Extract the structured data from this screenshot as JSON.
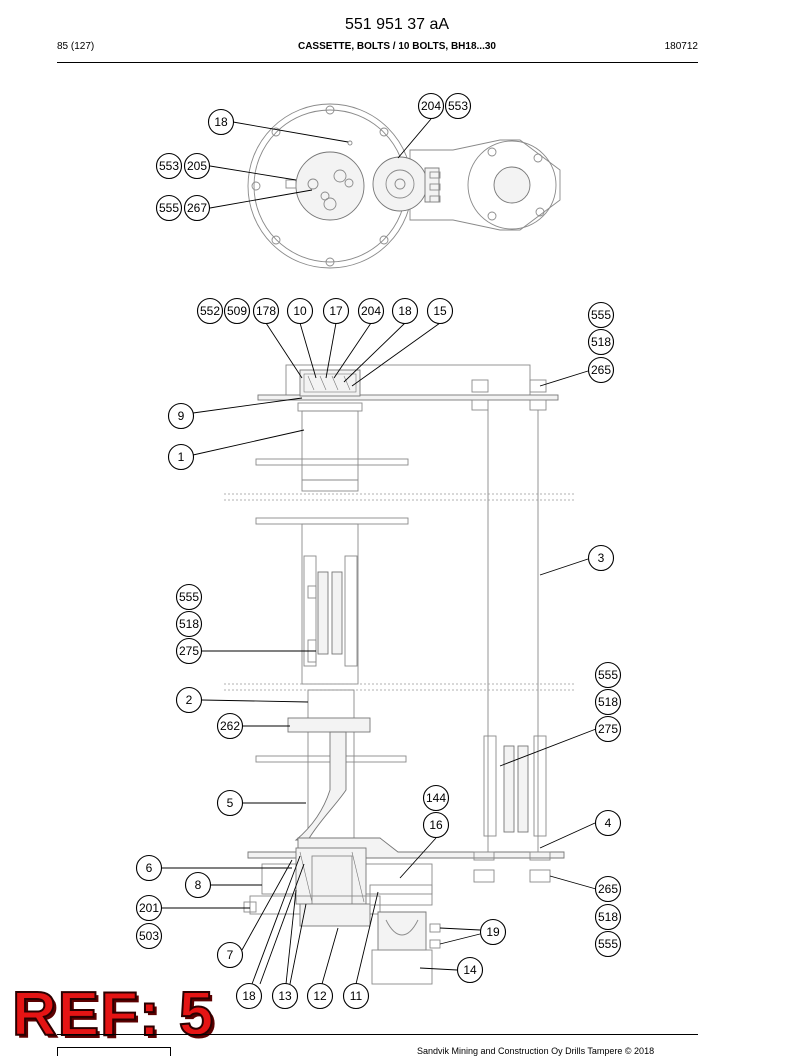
{
  "header": {
    "doc_number": "551 951 37 aA",
    "page": "85 (127)",
    "title": "CASSETTE, BOLTS / 10 BOLTS, BH18...30",
    "date_code": "180712"
  },
  "stamp": {
    "text": "REF: 5",
    "color": "#e51414"
  },
  "footer": {
    "text": "Sandvik Mining and Construction Oy Drills Tampere © 2018"
  },
  "balloons": [
    "18",
    "204",
    "553",
    "553",
    "205",
    "555",
    "267",
    "552",
    "509",
    "178",
    "10",
    "17",
    "204",
    "18",
    "15",
    "555",
    "518",
    "265",
    "9",
    "1",
    "3",
    "555",
    "518",
    "275",
    "555",
    "518",
    "275",
    "2",
    "262",
    "5",
    "144",
    "16",
    "4",
    "6",
    "8",
    "201",
    "503",
    "265",
    "518",
    "555",
    "19",
    "7",
    "14",
    "18",
    "13",
    "12",
    "11"
  ]
}
